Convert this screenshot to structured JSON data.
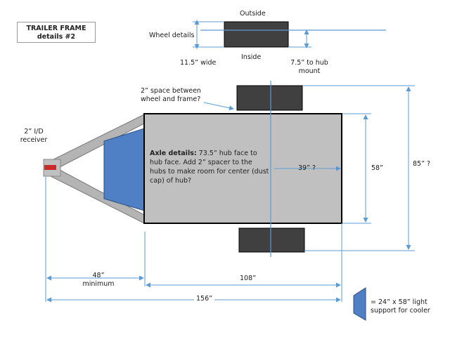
{
  "title": {
    "line1": "TRAILER FRAME",
    "line2": "details #2"
  },
  "wheel_detail": {
    "label": "Wheel details",
    "outside": "Outside",
    "inside": "Inside",
    "width_label": "11.5” wide",
    "hub_mount_line1": "7.5” to hub",
    "hub_mount_line2": "mount"
  },
  "callouts": {
    "wheel_spacing_line1": "2” space between",
    "wheel_spacing_line2": "wheel and frame?",
    "receiver_line1": "2” I/D",
    "receiver_line2": "receiver"
  },
  "axle": {
    "heading": "Axle details:",
    "body": " 73.5” hub face to hub face. Add 2” spacer to the hubs to make room  for center (dust cap) of hub?"
  },
  "dimensions": {
    "half_width": "39” ?",
    "frame_width": "58”",
    "overall_width": "85” ?",
    "tongue_line1": "48”",
    "tongue_line2": "minimum",
    "box_length": "108”",
    "overall_length": "156”"
  },
  "legend": {
    "line1": "= 24” x 58” light",
    "line2": "support for cooler"
  },
  "colors": {
    "frame_fill": "#c0c0c0",
    "tire_fill": "#404040",
    "support_fill": "#4f7fc4",
    "arrow": "#5b9bd5",
    "receiver": "#cc2a2a"
  }
}
